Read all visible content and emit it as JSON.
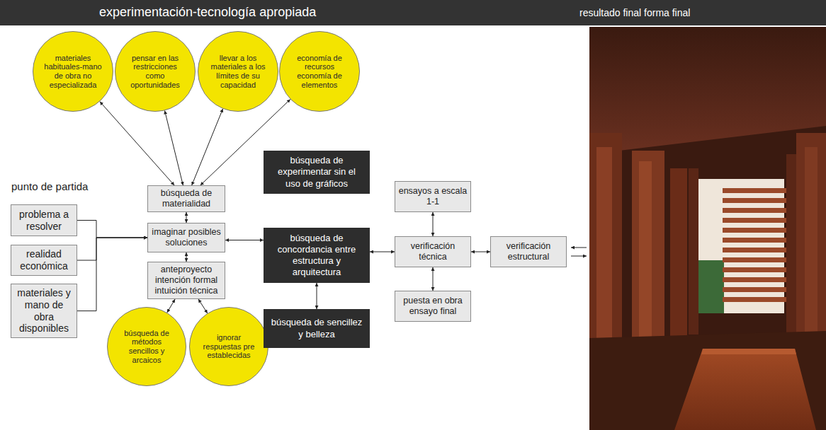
{
  "diagram": {
    "title": "experimentación-tecnología apropiada",
    "nodes": [
      {
        "text": [
          "materiales habituales-mano de obra no especializada"
        ]
      },
      {
        "text": [
          "pensar en las restricciones como oportunidades"
        ]
      },
      {
        "text": [
          "llevar a los materiales a los límites de su capacidad"
        ]
      },
      {
        "text": [
          "economía de recursos economía de elementos"
        ]
      },
      {
        "text": [
          "búsqueda de materialidad"
        ]
      },
      {
        "text": [
          "imaginar posibles soluciones"
        ]
      },
      {
        "text": [
          "anteproyecto intención formal intuición técnica"
        ]
      },
      {
        "text": [
          "búsqueda de métodos sencillos y arcaicos"
        ]
      },
      {
        "text": [
          "ignorar respuestas pre establecidas"
        ]
      },
      {
        "text": [
          "problema a resolver"
        ]
      },
      {
        "text": [
          "realidad económica"
        ]
      },
      {
        "text": [
          "materiales y mano de obra disponibles"
        ]
      },
      {
        "text": [
          "búsqueda de experimentar sin el uso de gráficos"
        ]
      },
      {
        "text": [
          "búsqueda de concordancia entre estructura y arquitectura"
        ]
      },
      {
        "text": [
          "búsqueda de sencillez y belleza"
        ]
      },
      {
        "text": [
          "ensayos a escala 1-1"
        ]
      },
      {
        "text": [
          "verificación técnica"
        ]
      },
      {
        "text": [
          "puesta en obra ensayo final"
        ]
      },
      {
        "text": [
          "verificación estructural"
        ]
      }
    ],
    "edges": [
      {
        "from": 4,
        "to": 0,
        "arrow": "both"
      },
      {
        "from": 4,
        "to": 1,
        "arrow": "both"
      },
      {
        "from": 4,
        "to": 2,
        "arrow": "both"
      },
      {
        "from": 4,
        "to": 3,
        "arrow": "both"
      },
      {
        "from": 4,
        "to": 5,
        "arrow": "both"
      },
      {
        "from": 5,
        "to": 6,
        "arrow": "both"
      },
      {
        "from": 6,
        "to": 7,
        "arrow": "both"
      },
      {
        "from": 6,
        "to": 8,
        "arrow": "both"
      },
      {
        "from": 9,
        "to": 5,
        "arrow": "to"
      },
      {
        "from": 10,
        "to": 5,
        "arrow": "to"
      },
      {
        "from": 11,
        "to": 5,
        "arrow": "to"
      },
      {
        "from": 5,
        "to": 13,
        "arrow": "both"
      },
      {
        "from": 13,
        "to": 14,
        "arrow": "both"
      },
      {
        "from": 13,
        "to": 16,
        "arrow": "both"
      },
      {
        "from": 16,
        "to": 15,
        "arrow": "both"
      },
      {
        "from": 16,
        "to": 17,
        "arrow": "both"
      },
      {
        "from": 18,
        "to": 16,
        "arrow": "both"
      }
    ],
    "labels": [
      "punto de partida",
      "resultado final forma final"
    ]
  }
}
